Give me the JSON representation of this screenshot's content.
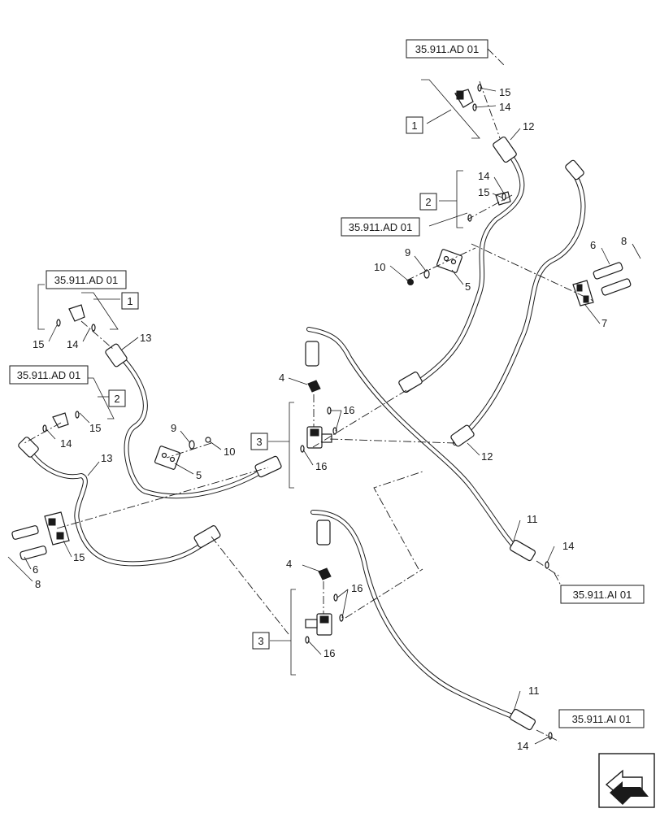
{
  "refs": {
    "ad_top": "35.911.AD 01",
    "ad_mid": "35.911.AD 01",
    "ad_left": "35.911.AD 01",
    "ad_left2": "35.911.AD 01",
    "ai_upper": "35.911.AI 01",
    "ai_lower": "35.911.AI 01"
  },
  "groups": {
    "g1_top": "1",
    "g2_top": "2",
    "g1_left": "1",
    "g2_left": "2",
    "g3_upper": "3",
    "g3_lower": "3"
  },
  "callouts": {
    "c15_top": "15",
    "c14_top": "14",
    "c12_top": "12",
    "c14_mid": "14",
    "c15_mid": "15",
    "c9_right": "9",
    "c10_right": "10",
    "c5_right": "5",
    "c6_right": "6",
    "c8_right": "8",
    "c7_right": "7",
    "c15_left": "15",
    "c14_left": "14",
    "c13_left": "13",
    "c15_left2": "15",
    "c14_left2": "14",
    "c9_left": "9",
    "c10_left": "10",
    "c5_left": "5",
    "c13_left2": "13",
    "c15_left3": "15",
    "c6_left": "6",
    "c8_left": "8",
    "c4_upper": "4",
    "c16_upper_a": "16",
    "c16_upper_b": "16",
    "c12_mid": "12",
    "c11_upper": "11",
    "c14_upper": "14",
    "c4_lower": "4",
    "c16_lower_a": "16",
    "c16_lower_b": "16",
    "c11_lower": "11",
    "c14_lower": "14"
  },
  "icons": {
    "nav": "view-direction-arrow-icon"
  }
}
